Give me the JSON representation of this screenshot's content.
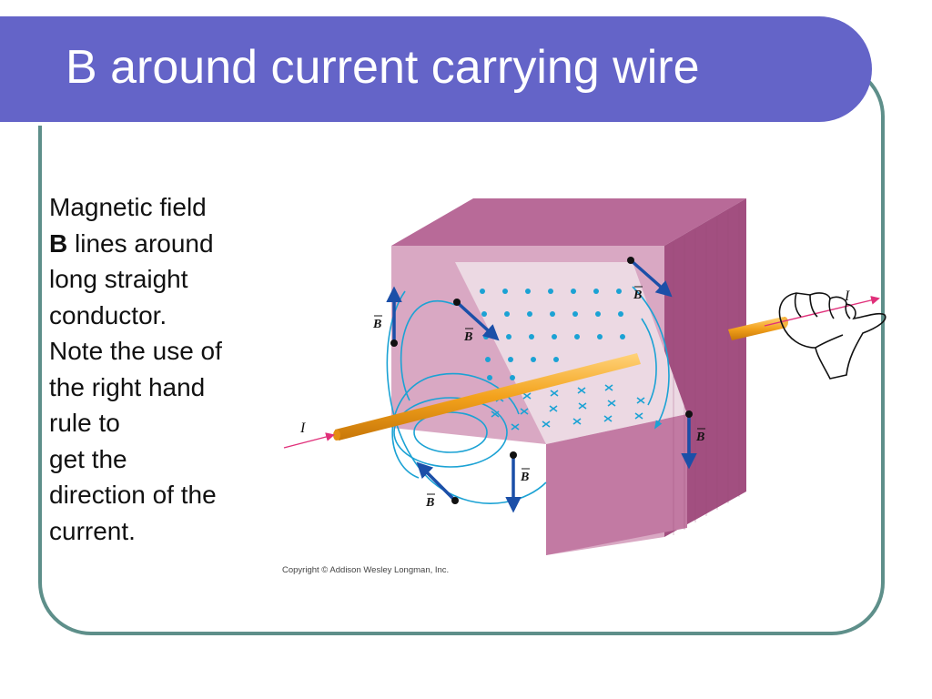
{
  "slide": {
    "title": "B around current carrying wire",
    "body": {
      "line1": "Magnetic field",
      "line2_bold": "B",
      "line2_rest": " lines around",
      "line3": "long straight",
      "line4": "conductor.",
      "line5": "Note the use of",
      "line6": "the right hand",
      "line7": "rule to",
      "line8": "get the",
      "line9": "direction of the",
      "line10": "current."
    },
    "figure": {
      "label_current_left": "I",
      "label_current_right": "I",
      "label_b": "B",
      "copyright": "Copyright © Addison Wesley Longman, Inc."
    },
    "colors": {
      "title_bar": "#6464c8",
      "frame": "#5e8f8a",
      "field_line": "#1ba2d4",
      "wire": "#f3a21c",
      "block_face": "#d4a0bc",
      "block_side": "#a24f80"
    }
  }
}
